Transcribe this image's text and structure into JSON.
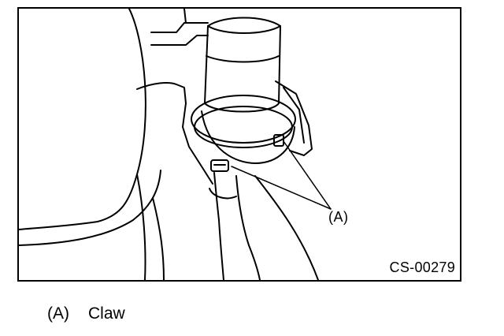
{
  "figure": {
    "callout": "(A)",
    "code": "CS-00279"
  },
  "legend": {
    "items": [
      {
        "key": "(A)",
        "label": "Claw"
      }
    ]
  }
}
